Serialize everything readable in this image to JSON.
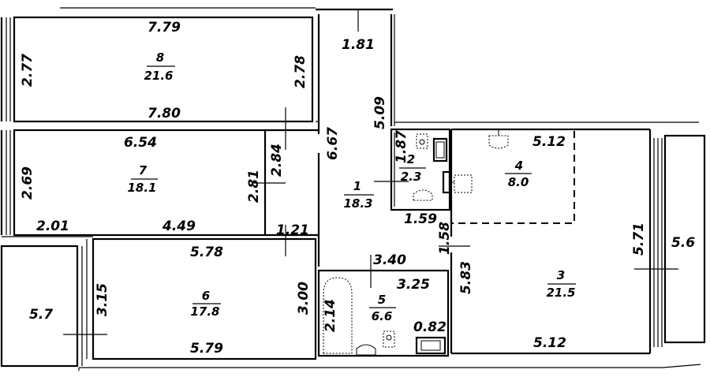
{
  "rooms": {
    "r1": {
      "number": "1",
      "area": "18.3"
    },
    "r2": {
      "number": "2",
      "area": "2.3"
    },
    "r3": {
      "number": "3",
      "area": "21.5"
    },
    "r4": {
      "number": "4",
      "area": "8.0"
    },
    "r5": {
      "number": "5",
      "area": "6.6"
    },
    "r6": {
      "number": "6",
      "area": "17.8"
    },
    "r7": {
      "number": "7",
      "area": "18.1"
    },
    "r8": {
      "number": "8",
      "area": "21.6"
    }
  },
  "balconies": {
    "left": {
      "area": "5.7"
    },
    "right": {
      "area": "5.6"
    }
  },
  "dimensions": {
    "r8_top": "7.79",
    "r8_bottom": "7.80",
    "r8_left": "2.77",
    "r8_right": "2.78",
    "hall_top": "1.81",
    "hall_right": "5.09",
    "hall_left": "6.67",
    "r7_top": "6.54",
    "r7_left": "2.69",
    "r7_right": "2.81",
    "door_gap": "2.84",
    "r7_bottom_left": "2.01",
    "r7_bottom_right": "4.49",
    "corridor": "1.21",
    "r6_top": "5.78",
    "r6_bottom": "5.79",
    "r6_left": "3.15",
    "r6_right": "3.00",
    "r2_left": "1.87",
    "r2_bottom": "1.59",
    "r2_side": "1.58",
    "r4_top": "5.12",
    "r3_bottom": "5.12",
    "r3_left": "5.83",
    "r3_right": "5.71",
    "r5_top_left": "3.40",
    "r5_top": "3.25",
    "r5_left": "2.14",
    "r5_bottom": "0.82"
  }
}
